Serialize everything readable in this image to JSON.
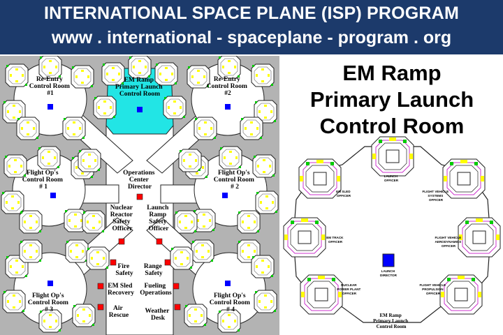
{
  "banner": {
    "line1": "INTERNATIONAL SPACE PLANE (ISP) PROGRAM",
    "line2": "www . international - spaceplane - program . org"
  },
  "colors": {
    "banner_bg": "#1c3a6b",
    "floor_bg": "#b3b3b3",
    "room_fill": "#ffffff",
    "highlight_room": "#22e5e5",
    "director_marker": "#ff0000",
    "room_marker": "#0000ff",
    "console_yellow": "#ffff00",
    "console_green": "#00cc00",
    "console_magenta": "#cc33cc"
  },
  "floorplan": {
    "rooms": [
      {
        "id": "reentry-1",
        "lines": [
          "Re-Entry",
          "Control Room",
          "#1"
        ]
      },
      {
        "id": "em-ramp",
        "lines": [
          "EM Ramp",
          "Primary Launch",
          "Control Room"
        ],
        "highlighted": true
      },
      {
        "id": "reentry-2",
        "lines": [
          "Re-Entry",
          "Control Room",
          "#2"
        ]
      },
      {
        "id": "flightops-1",
        "lines": [
          "Flight Op's",
          "Control Room",
          "# 1"
        ]
      },
      {
        "id": "flightops-2",
        "lines": [
          "Flight Op's",
          "Control Room",
          "# 2"
        ]
      },
      {
        "id": "flightops-3",
        "lines": [
          "Flight Op's",
          "Control Room",
          "# 3"
        ]
      },
      {
        "id": "flightops-4",
        "lines": [
          "Flight Op's",
          "Control Room",
          "# 4"
        ]
      }
    ],
    "center_labels": [
      {
        "id": "ops-director",
        "lines": [
          "Operations",
          "Center",
          "Director"
        ]
      },
      {
        "id": "nuclear-safety",
        "lines": [
          "Nuclear",
          "Reactor",
          "Safety",
          "Officer"
        ]
      },
      {
        "id": "launch-ramp-safety",
        "lines": [
          "Launch",
          "Ramp",
          "Safety",
          "Officer"
        ]
      },
      {
        "id": "fire-safety",
        "lines": [
          "Fire",
          "Safety"
        ]
      },
      {
        "id": "range-safety",
        "lines": [
          "Range",
          "Safety"
        ]
      },
      {
        "id": "em-sled-recovery",
        "lines": [
          "EM Sled",
          "Recovery"
        ]
      },
      {
        "id": "fueling-operations",
        "lines": [
          "Fueling",
          "Operations"
        ]
      },
      {
        "id": "air-rescue",
        "lines": [
          "Air",
          "Rescue"
        ]
      },
      {
        "id": "weather-desk",
        "lines": [
          "Weather",
          "Desk"
        ]
      }
    ]
  },
  "detail": {
    "title_lines": [
      "EM Ramp",
      "Primary Launch",
      "Control Room"
    ],
    "stations": [
      {
        "id": "launch-officer",
        "lines": [
          "LAUNCH",
          "OFFICER"
        ]
      },
      {
        "id": "em-sled-officer",
        "lines": [
          "EM SLED",
          "OFFICER"
        ]
      },
      {
        "id": "fv-systems-officer",
        "lines": [
          "FLIGHT VEHICLE",
          "SYSTEMS",
          "OFFICER"
        ]
      },
      {
        "id": "em-track-officer",
        "lines": [
          "EM TRACK",
          "OFFICER"
        ]
      },
      {
        "id": "fv-aero-officer",
        "lines": [
          "FLIGHT VEHICLE",
          "AERODYNAMICS",
          "OFFICER"
        ]
      },
      {
        "id": "launch-director",
        "lines": [
          "LAUNCH",
          "DIRECTOR"
        ]
      },
      {
        "id": "nuclear-power-officer",
        "lines": [
          "NUCLEAR",
          "POWER PLANT",
          "OFFICER"
        ]
      },
      {
        "id": "fv-propulsion-officer",
        "lines": [
          "FLIGHT VEHICLE",
          "PROPULSION",
          "OFFICER"
        ]
      }
    ],
    "room_label_lines": [
      "EM Ramp",
      "Primary Launch",
      "Control Room"
    ]
  }
}
